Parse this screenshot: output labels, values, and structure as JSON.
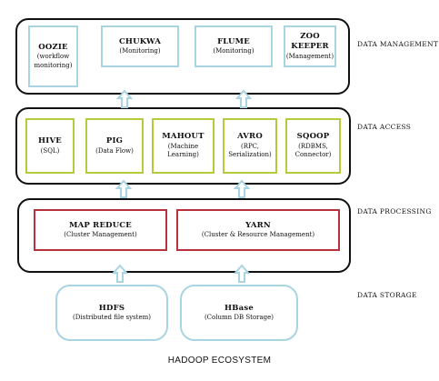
{
  "layers": {
    "management": {
      "label": "DATA MANAGEMENT",
      "boxes": [
        {
          "title": "OOZIE",
          "sub1": "(workflow",
          "sub2": "monitoring)"
        },
        {
          "title": "CHUKWA",
          "sub1": "(Monitoring)",
          "sub2": ""
        },
        {
          "title": "FLUME",
          "sub1": "(Monitoring)",
          "sub2": ""
        },
        {
          "title": "ZOO KEEPER",
          "sub1": "(Management)",
          "sub2": ""
        }
      ]
    },
    "access": {
      "label": "DATA ACCESS",
      "boxes": [
        {
          "title": "HIVE",
          "sub1": "(SQL)",
          "sub2": ""
        },
        {
          "title": "PIG",
          "sub1": "(Data Flow)",
          "sub2": ""
        },
        {
          "title": "MAHOUT",
          "sub1": "(Machine",
          "sub2": "Learning)"
        },
        {
          "title": "AVRO",
          "sub1": "(RPC,",
          "sub2": "Serialization)"
        },
        {
          "title": "SQOOP",
          "sub1": "(RDBMS,",
          "sub2": "Connector)"
        }
      ]
    },
    "processing": {
      "label": "DATA PROCESSING",
      "boxes": [
        {
          "title": "MAP REDUCE",
          "sub1": "(Cluster Management)",
          "sub2": ""
        },
        {
          "title": "YARN",
          "sub1": "(Cluster & Resource Management)",
          "sub2": ""
        }
      ]
    },
    "storage": {
      "label": "DATA STORAGE",
      "boxes": [
        {
          "title": "HDFS",
          "sub1": "(Distributed file system)",
          "sub2": ""
        },
        {
          "title": "HBase",
          "sub1": "(Column DB Storage)",
          "sub2": ""
        }
      ]
    }
  },
  "caption": "HADOOP ECOSYSTEM",
  "colors": {
    "management_border": "#a9d4e2",
    "access_border": "#b3cc3c",
    "processing_border": "#b8323d",
    "storage_border": "#a9d4e2",
    "arrow": "#a9d4e2"
  }
}
